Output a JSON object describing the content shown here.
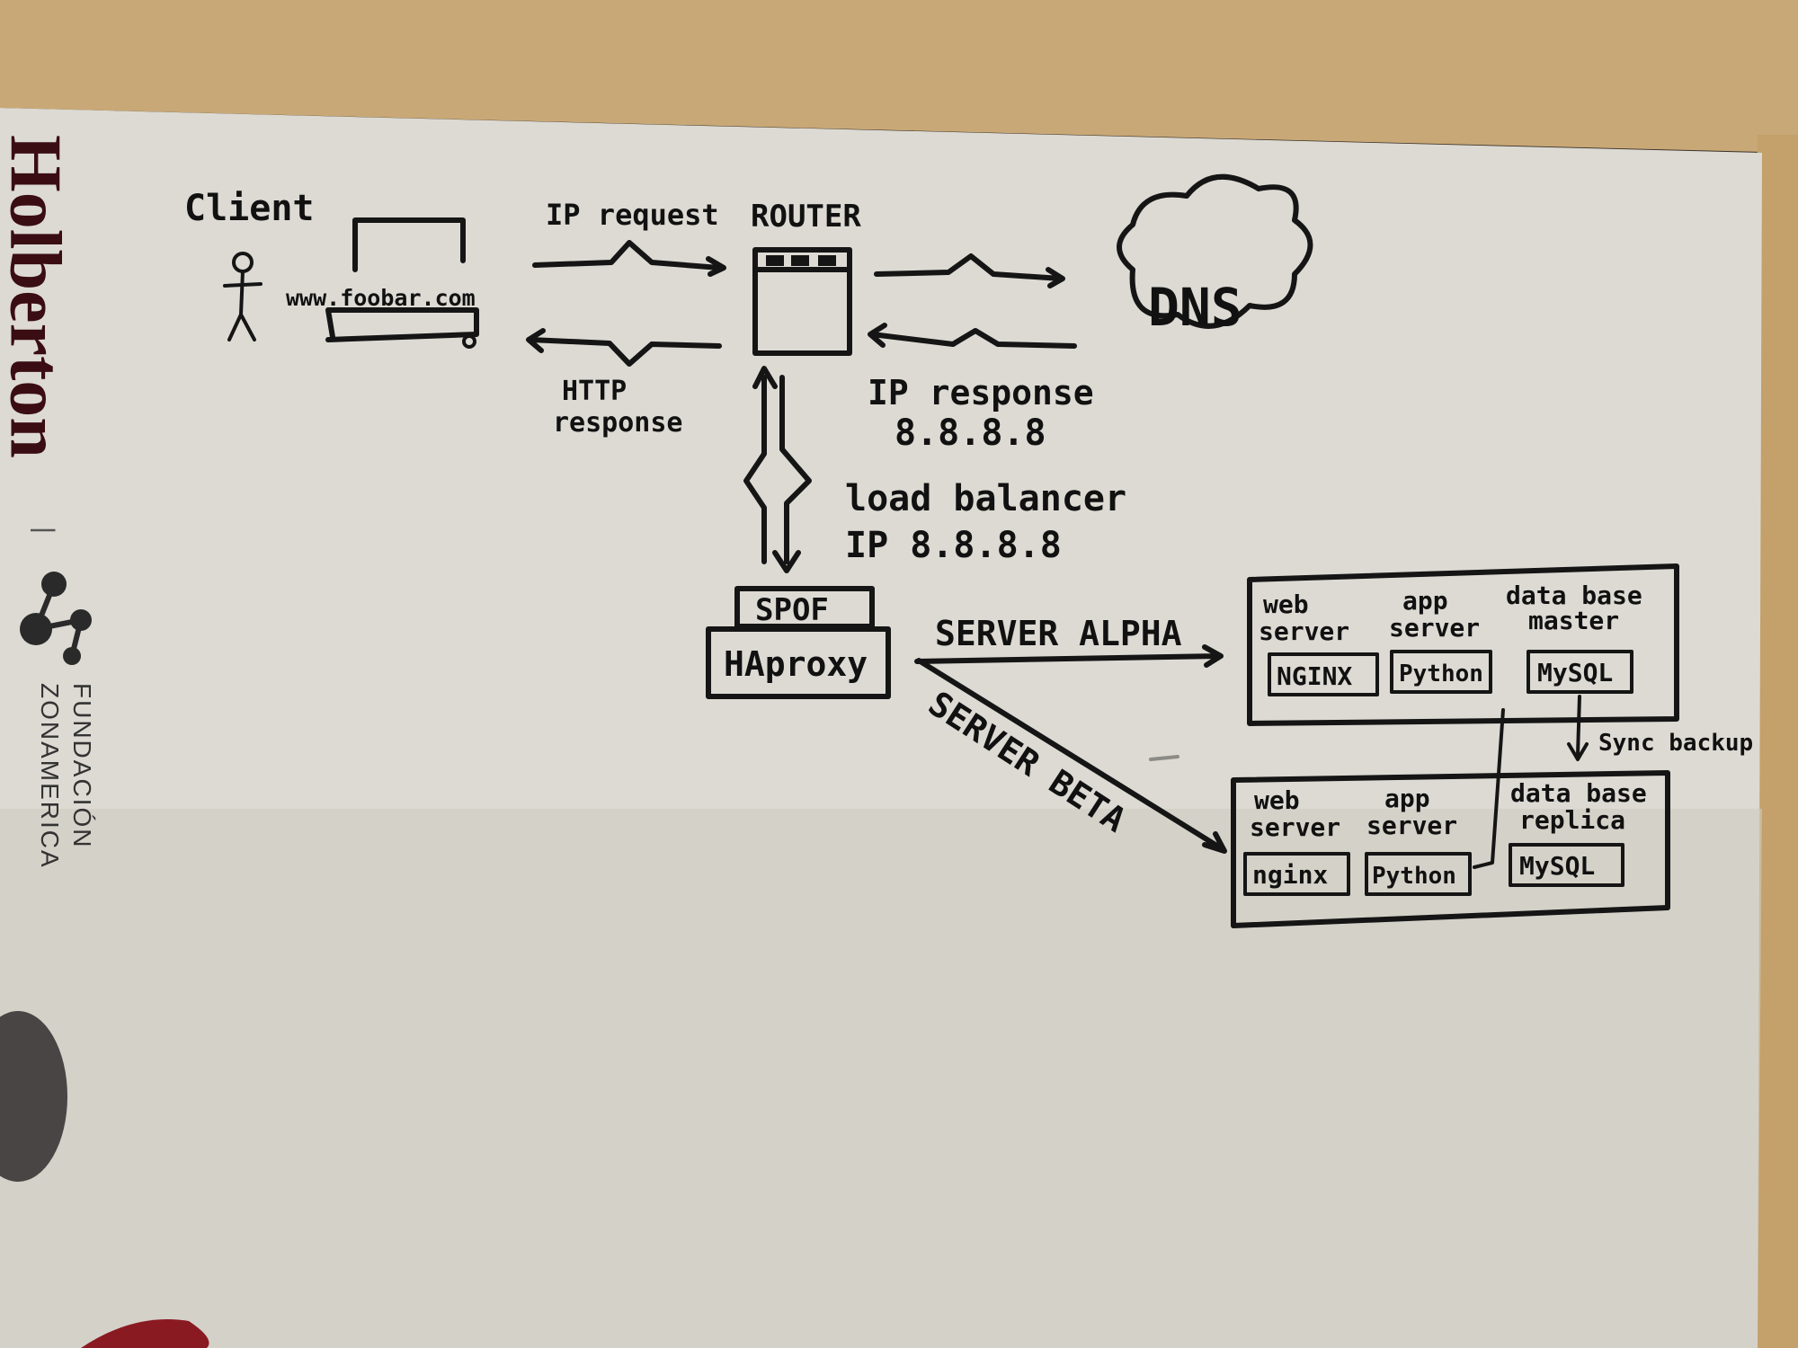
{
  "whiteboard": {
    "colors": {
      "frame": "#c9a877",
      "board": "#dcdad3",
      "ink": "#151515",
      "brand": "#3a0d12",
      "accent": "#8a1a22"
    },
    "branding": {
      "logo_text": "Holberton",
      "separator": "|",
      "foundation_line1": "FUNDACIÓN",
      "foundation_line2": "ZONAMERICA"
    },
    "diagram": {
      "client_label": "Client",
      "url_text": "www.foobar.com",
      "ip_request_label": "IP request",
      "router_label": "ROUTER",
      "dns_label": "DNS",
      "http_response_label_line1": "HTTP",
      "http_response_label_line2": "response",
      "ip_response_label_line1": "IP response",
      "ip_response_label_line2": "8.8.8.8",
      "load_balancer_label_line1": "load balancer",
      "load_balancer_label_line2": "IP 8.8.8.8",
      "spof_label": "SPOF",
      "haproxy_label": "HAproxy",
      "server_alpha_label": "SERVER ALPHA",
      "server_beta_label": "SERVER BETA",
      "sync_backup_label": "Sync backup",
      "alpha": {
        "web_server_line1": "web",
        "web_server_line2": "server",
        "web_box": "NGINX",
        "app_server_line1": "app",
        "app_server_line2": "server",
        "app_box": "Python",
        "db_line1": "data base",
        "db_line2": "master",
        "db_box": "MySQL"
      },
      "beta": {
        "web_server_line1": "web",
        "web_server_line2": "server",
        "web_box": "nginx",
        "app_server_line1": "app",
        "app_server_line2": "server",
        "app_box": "Python",
        "db_line1": "data base",
        "db_line2": "replica",
        "db_box": "MySQL"
      }
    }
  }
}
